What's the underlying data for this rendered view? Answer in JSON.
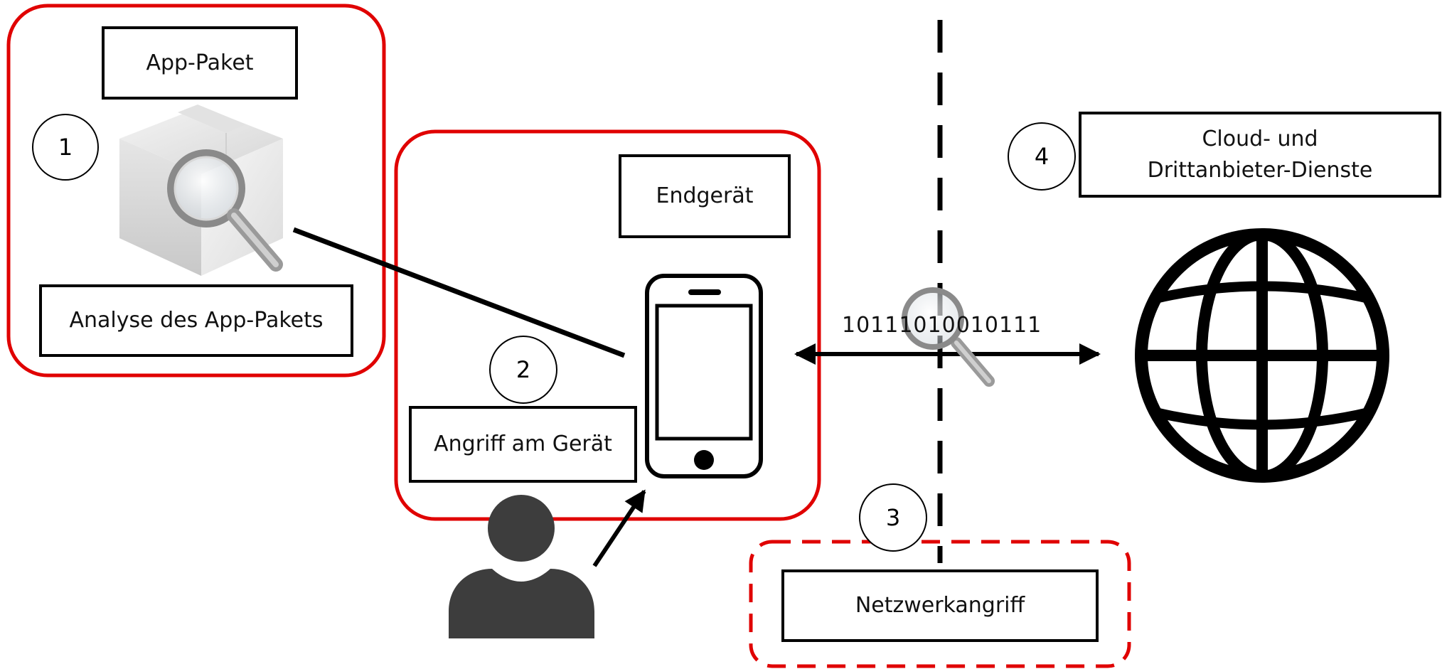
{
  "colors": {
    "group_outline": "#e00000",
    "stroke": "#000000",
    "person": "#3d3d3d"
  },
  "zones": {
    "app_package": {
      "number": "1",
      "title": "App-Paket",
      "caption": "Analyse des App-Pakets",
      "icon": "package-magnifier-icon"
    },
    "device": {
      "number": "2",
      "title": "Endgerät",
      "caption": "Angriff am Gerät",
      "icon": "smartphone-icon"
    },
    "network": {
      "number": "3",
      "caption": "Netzwerkangriff",
      "data_stream": "10111010010111"
    },
    "cloud": {
      "number": "4",
      "title_line1": "Cloud- und",
      "title_line2": "Drittanbieter-Dienste",
      "icon": "globe-icon"
    }
  },
  "attacker": {
    "icon": "person-icon"
  }
}
